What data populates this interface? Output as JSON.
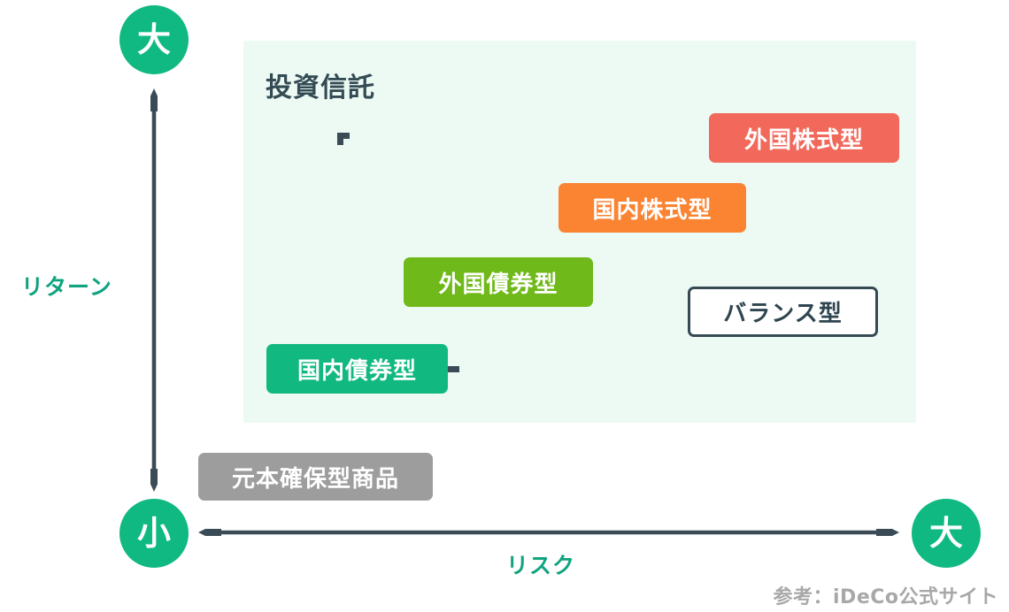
{
  "diagram": {
    "title": "投資信託",
    "panel_bg": "#edfaf4",
    "accent_green": "#10b981"
  },
  "axes": {
    "vertical": {
      "label": "リターン",
      "high_marker": "大",
      "low_marker": "小",
      "color": "#10a37f",
      "arrow_color": "#3a4b55"
    },
    "horizontal": {
      "label": "リスク",
      "low_marker": "小",
      "high_marker": "大",
      "color": "#10a37f",
      "arrow_color": "#3a4b55"
    }
  },
  "items": [
    {
      "label": "外国株式型",
      "color": "#f2695c",
      "text_color": "#ffffff",
      "group": "投資信託"
    },
    {
      "label": "国内株式型",
      "color": "#fb8433",
      "text_color": "#ffffff",
      "group": "投資信託"
    },
    {
      "label": "外国債券型",
      "color": "#6fb91a",
      "text_color": "#ffffff",
      "group": "投資信託"
    },
    {
      "label": "国内債券型",
      "color": "#11b981",
      "text_color": "#ffffff",
      "group": "投資信託"
    },
    {
      "label": "バランス型",
      "color": "#ffffff",
      "text_color": "#2f4550",
      "group": "投資信託"
    },
    {
      "label": "元本確保型商品",
      "color": "#9d9d9d",
      "text_color": "#ffffff",
      "group": ""
    }
  ],
  "footer": {
    "credit": "参考：iDeCo公式サイト",
    "color": "#a8a8a8"
  }
}
